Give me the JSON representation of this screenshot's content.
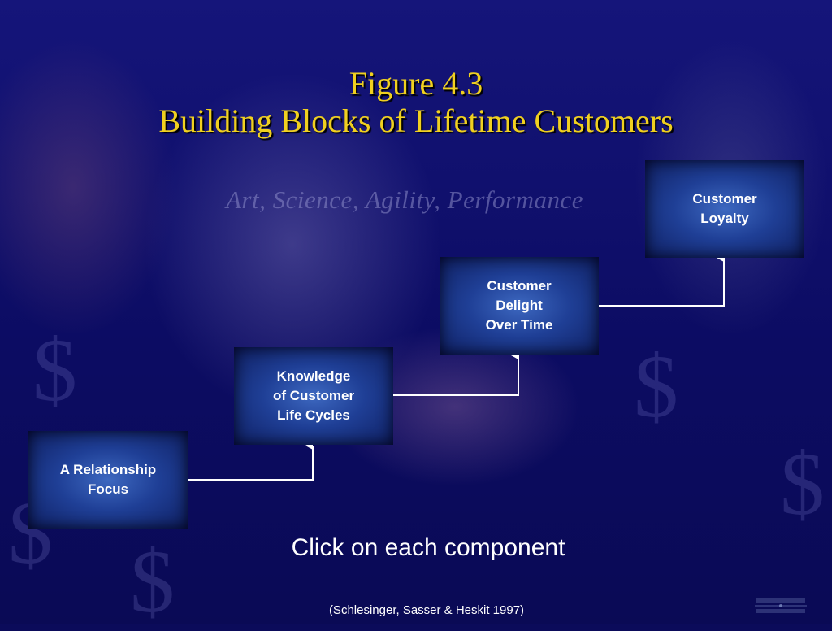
{
  "slide": {
    "title_line1": "Figure 4.3",
    "title_line2": "Building Blocks of Lifetime Customers",
    "background_text": "Art, Science, Agility, Performance",
    "blocks": [
      {
        "lines": [
          "A Relationship",
          "Focus"
        ]
      },
      {
        "lines": [
          "Knowledge",
          "of Customer",
          "Life Cycles"
        ]
      },
      {
        "lines": [
          "Customer",
          "Delight",
          "Over Time"
        ]
      },
      {
        "lines": [
          "Customer",
          "Loyalty"
        ]
      }
    ],
    "instruction": "Click on each component",
    "citation": "(Schlesinger, Sasser & Heskit 1997)"
  },
  "colors": {
    "title": "#f0d020",
    "background": "#0b0b5a",
    "block": "#1f3f96",
    "connector": "#ffffff"
  }
}
